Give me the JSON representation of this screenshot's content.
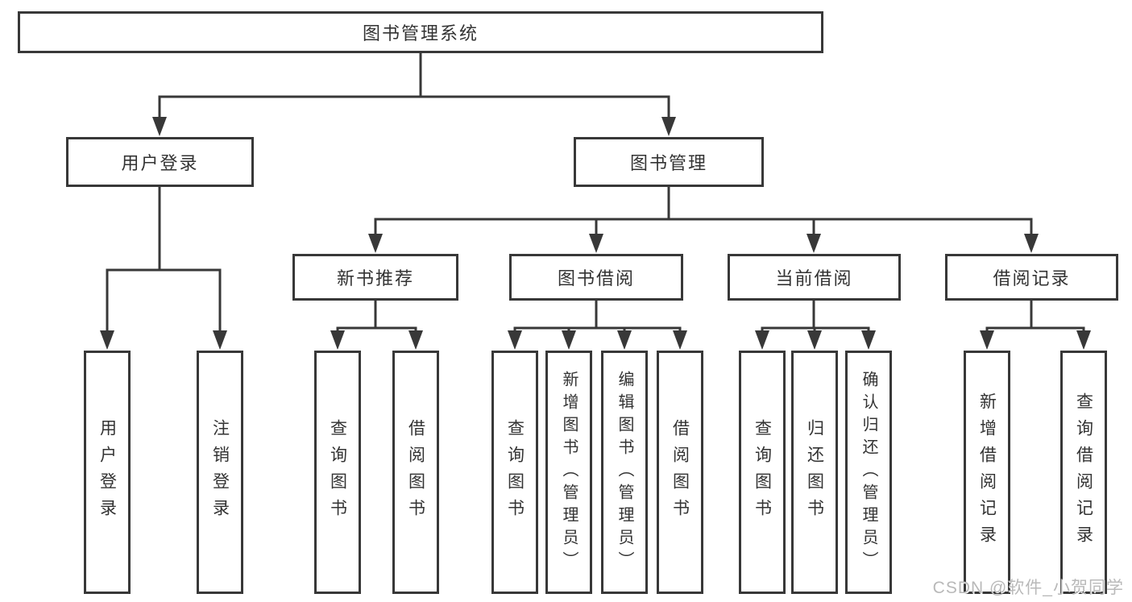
{
  "page": {
    "background": "#ffffff"
  },
  "diagram": {
    "line_color": "#383838",
    "text_color": "#333333",
    "root": {
      "label": "图书管理系统",
      "children": [
        {
          "label": "用户登录",
          "children": [
            {
              "label": "用户登录"
            },
            {
              "label": "注销登录"
            }
          ]
        },
        {
          "label": "图书管理",
          "children": [
            {
              "label": "新书推荐",
              "children": [
                {
                  "label": "查询图书"
                },
                {
                  "label": "借阅图书"
                }
              ]
            },
            {
              "label": "图书借阅",
              "children": [
                {
                  "label": "查询图书"
                },
                {
                  "label": "新增图书（管理员）"
                },
                {
                  "label": "编辑图书（管理员）"
                },
                {
                  "label": "借阅图书"
                }
              ]
            },
            {
              "label": "当前借阅",
              "children": [
                {
                  "label": "查询图书"
                },
                {
                  "label": "归还图书"
                },
                {
                  "label": "确认归还（管理员）"
                }
              ]
            },
            {
              "label": "借阅记录",
              "children": [
                {
                  "label": "新增借阅记录"
                },
                {
                  "label": "查询借阅记录"
                }
              ]
            }
          ]
        }
      ]
    }
  },
  "watermark": "CSDN @软件_小贺同学"
}
